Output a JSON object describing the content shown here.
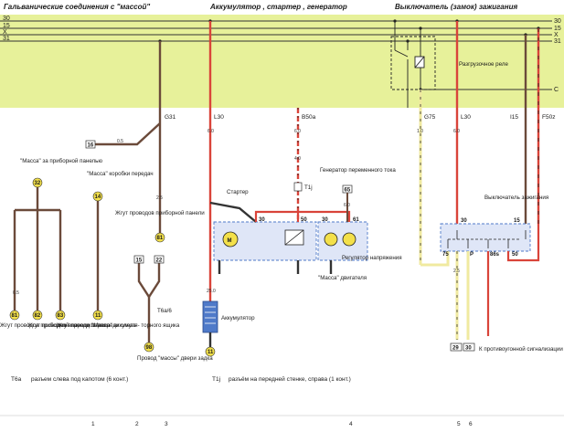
{
  "headers": {
    "ground": "Гальванические соединения с \"массой\"",
    "battery": "Аккумулятор , стартер , генератор",
    "ignition": "Выключатель (замок) зажигания"
  },
  "rails": {
    "r30": "30",
    "r15": "15",
    "rx": "X",
    "r31": "31",
    "rc": "C"
  },
  "relay_label": "Разгрузочное реле",
  "wire_tags": {
    "g31": "G31",
    "l30a": "L30",
    "b50a": "B50a",
    "g75": "G75",
    "l30b": "L30",
    "i15": "I15",
    "f50z": "F50z"
  },
  "connectors": {
    "c16": "16",
    "c14": "14",
    "c32": "32",
    "c81a": "81",
    "c81b": "81",
    "c82": "82",
    "c83": "83",
    "c11a": "11",
    "c15": "15",
    "c22": "22",
    "c98": "98",
    "c11b": "11",
    "c65": "65",
    "c29": "29",
    "c30": "30"
  },
  "labels": {
    "mass_panel": "\"Масса\" за приборной панелью",
    "mass_gearbox": "\"Масса\" коробки передач",
    "harness_panel": "Жгут проводов приборной панели",
    "harness_panel_left": "Жгут проводов приборной панели",
    "harness_front_right": "Жгут проводов впереди справа",
    "harness_front_left": "Жгут проводов впереди слева",
    "mass_battery_box": "\"Масса\" аккумуля- торного ящика",
    "t6a6": "T6a/6",
    "mass_rear_door": "Провод \"массы\" двери задка",
    "starter": "Стартер",
    "t1j": "T1j",
    "generator": "Генератор переменного тока",
    "mass_engine": "\"Масса\" двигателя",
    "regulator": "Регулятор напряжения",
    "battery": "Аккумулятор",
    "ign_switch": "Выключатель зажигания",
    "anti_theft": "К противоугонной сигнализации"
  },
  "pins": {
    "p30a": "30",
    "p50a": "50",
    "p30b": "30",
    "p61": "61",
    "p30c": "30",
    "p15": "15",
    "p75": "75",
    "pp": "P",
    "p86s": "86s",
    "p50b": "50"
  },
  "gauges": {
    "w1": "6.0",
    "w2": "0.5",
    "w3": "2.5",
    "w4": "6.0",
    "w5": "4.0",
    "w6": "6.0",
    "w7": "25.0",
    "w8": "1.0",
    "w9": "2.5",
    "w10": "6.0",
    "w11": "0.5"
  },
  "footer": {
    "t6a": "T6a",
    "t6a_desc": "разъем слева под капотом (6 конт.)",
    "t1j": "T1j",
    "t1j_desc": "разъём на передней стенке, справа (1 конт.)",
    "columns": [
      "1",
      "2",
      "3",
      "4",
      "5",
      "6"
    ]
  },
  "colors": {
    "band": "#e7f19a",
    "brown": "#6b4a3a",
    "red": "#d9443a",
    "yellow": "#f0eaa0",
    "blue": "#4f7ac9",
    "rail": "#333333"
  }
}
